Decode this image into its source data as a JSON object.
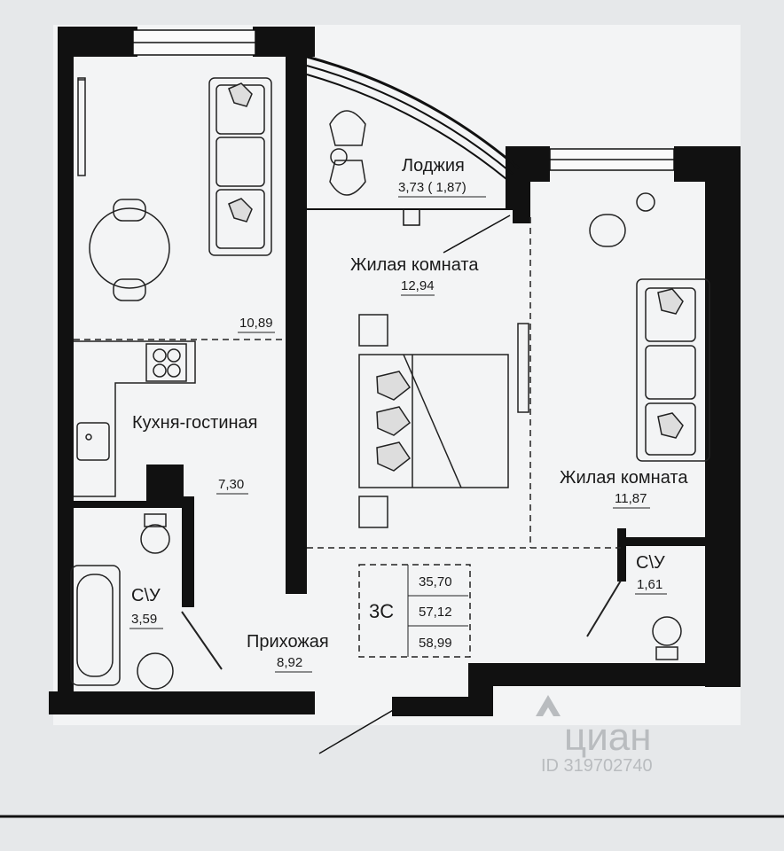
{
  "rooms": {
    "loggia": {
      "name": "Лоджия",
      "area": "3,73 ( 1,87)"
    },
    "bedroom_center": {
      "name": "Жилая комната",
      "area": "12,94"
    },
    "kitchen": {
      "name": "Кухня-гостиная",
      "area_top": "10,89",
      "area_bottom": "7,30"
    },
    "bedroom_right": {
      "name": "Жилая комната",
      "area": "11,87"
    },
    "bath_left": {
      "name": "С\\У",
      "area": "3,59"
    },
    "bath_right": {
      "name": "С\\У",
      "area": "1,61"
    },
    "hall": {
      "name": "Прихожая",
      "area": "8,92"
    }
  },
  "summary": {
    "code": "3С",
    "values": [
      "35,70",
      "57,12",
      "58,99"
    ]
  },
  "watermark": {
    "brand": "циан",
    "id": "ID 319702740"
  }
}
